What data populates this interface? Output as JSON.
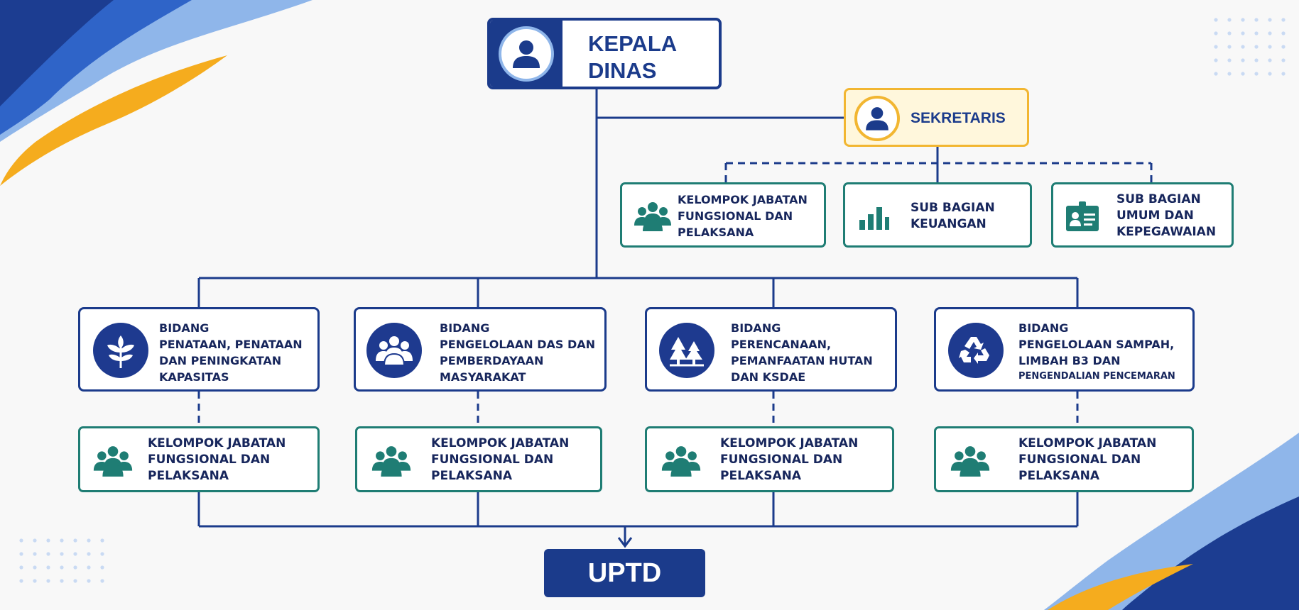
{
  "colors": {
    "navy": "#1b3b8b",
    "teal": "#1f7d74",
    "gold": "#f2b631",
    "sekretaris_bg": "#fff7dc",
    "background": "#f8f8f8"
  },
  "head": {
    "title": "KEPALA DINAS",
    "icon": "person-icon"
  },
  "sekretaris": {
    "title": "SEKRETARIS",
    "icon": "person-icon"
  },
  "sekretariat_units": [
    {
      "label": "KELOMPOK JABATAN FUNGSIONAL DAN PELAKSANA",
      "icon": "group-icon"
    },
    {
      "label": "SUB BAGIAN KEUANGAN",
      "icon": "bar-chart-icon"
    },
    {
      "label": "SUB BAGIAN UMUM DAN KEPEGAWAIAN",
      "icon": "id-card-icon"
    }
  ],
  "bidang": [
    {
      "title": "BIDANG",
      "subtitle": "PENATAAN, PENATAAN DAN PENINGKATAN KAPASITAS",
      "icon": "plant-icon"
    },
    {
      "title": "BIDANG",
      "subtitle": "PENGELOLAAN DAS DAN PEMBERDAYAAN MASYARAKAT",
      "icon": "group-icon"
    },
    {
      "title": "BIDANG",
      "subtitle": "PERENCANAAN, PEMANFAATAN HUTAN DAN KSDAE",
      "icon": "trees-icon"
    },
    {
      "title": "BIDANG",
      "subtitle_lines": [
        "PENGELOLAAN SAMPAH,",
        "LIMBAH B3 DAN"
      ],
      "subtitle_small": "PENGENDALIAN PENCEMARAN",
      "icon": "recycle-icon"
    }
  ],
  "kelompok": [
    {
      "label": "KELOMPOK JABATAN FUNGSIONAL DAN PELAKSANA",
      "icon": "group-icon"
    },
    {
      "label": "KELOMPOK JABATAN FUNGSIONAL DAN PELAKSANA",
      "icon": "group-icon"
    },
    {
      "label": "KELOMPOK JABATAN FUNGSIONAL DAN PELAKSANA",
      "icon": "group-icon"
    },
    {
      "label": "KELOMPOK JABATAN FUNGSIONAL DAN PELAKSANA",
      "icon": "group-icon"
    }
  ],
  "uptd": {
    "label": "UPTD"
  }
}
